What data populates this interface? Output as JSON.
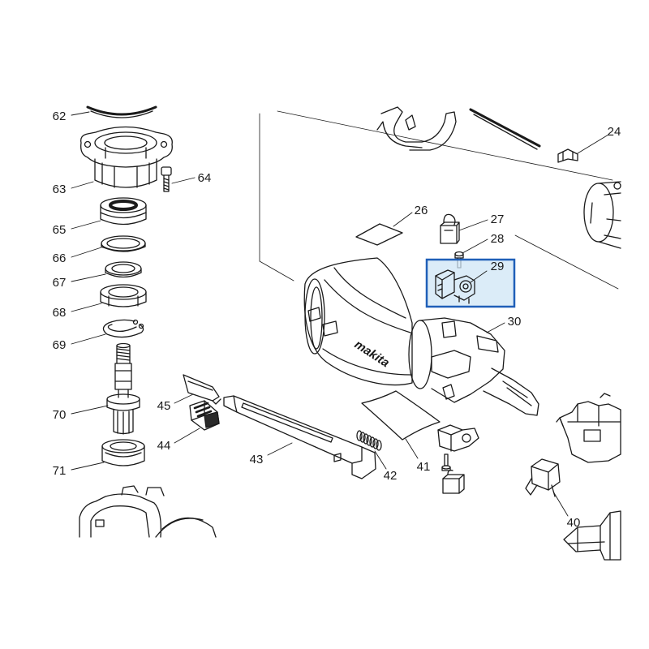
{
  "diagram": {
    "brand_logo": "makita"
  },
  "labels": {
    "p24": "24",
    "p26": "26",
    "p27": "27",
    "p28": "28",
    "p29": "29",
    "p30": "30",
    "p40": "40",
    "p41": "41",
    "p42": "42",
    "p43": "43",
    "p44": "44",
    "p45": "45",
    "p62": "62",
    "p63": "63",
    "p64": "64",
    "p65": "65",
    "p66": "66",
    "p67": "67",
    "p68": "68",
    "p69": "69",
    "p70": "70",
    "p71": "71"
  },
  "colors": {
    "line": "#1a1a1a",
    "highlight_stroke": "#1f5fb8",
    "highlight_fill": "#cfe6f5"
  }
}
